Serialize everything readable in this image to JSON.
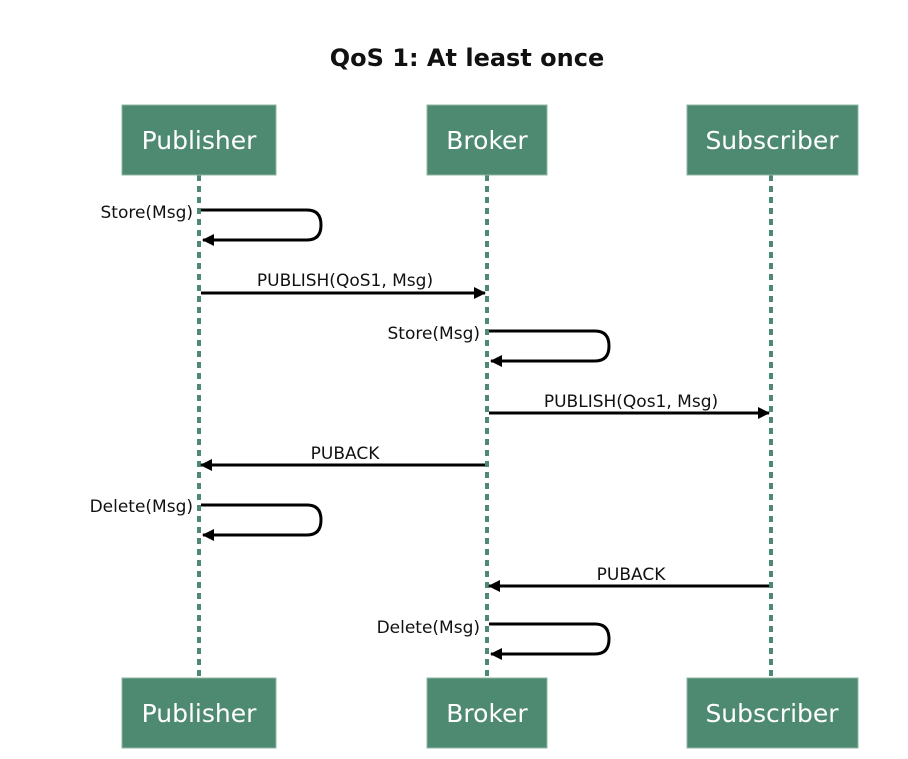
{
  "title": "QoS 1: At least once",
  "colors": {
    "box_fill": "#4e8a71",
    "box_border": "#8fb7a4",
    "lifeline": "#4e8a71",
    "arrow": "#000000",
    "text": "#111111"
  },
  "participants": [
    {
      "id": "publisher",
      "label": "Publisher"
    },
    {
      "id": "broker",
      "label": "Broker"
    },
    {
      "id": "subscriber",
      "label": "Subscriber"
    }
  ],
  "messages": [
    {
      "label": "Store(Msg)",
      "from": "publisher",
      "to": "publisher"
    },
    {
      "label": "PUBLISH(QoS1, Msg)",
      "from": "publisher",
      "to": "broker"
    },
    {
      "label": "Store(Msg)",
      "from": "broker",
      "to": "broker"
    },
    {
      "label": "PUBLISH(Qos1, Msg)",
      "from": "broker",
      "to": "subscriber"
    },
    {
      "label": "PUBACK",
      "from": "broker",
      "to": "publisher"
    },
    {
      "label": "Delete(Msg)",
      "from": "publisher",
      "to": "publisher"
    },
    {
      "label": "PUBACK",
      "from": "subscriber",
      "to": "broker"
    },
    {
      "label": "Delete(Msg)",
      "from": "broker",
      "to": "broker"
    }
  ]
}
